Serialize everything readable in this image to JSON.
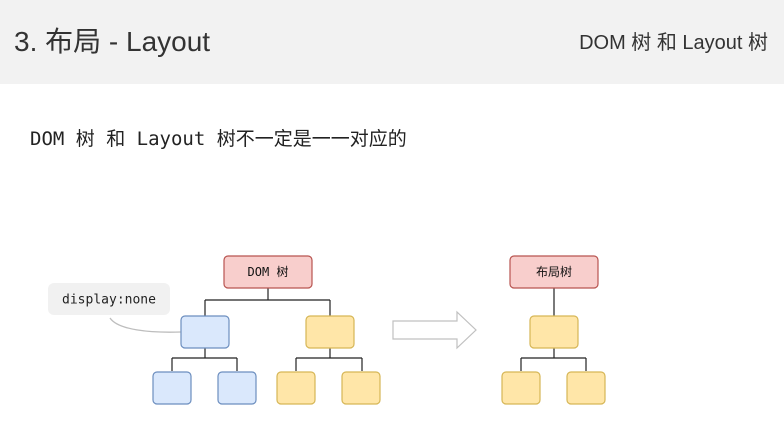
{
  "header": {
    "title": "3. 布局 - Layout",
    "section": "DOM 树 和 Layout 树"
  },
  "content": {
    "subtitle": "DOM 树 和 Layout 树不一定是一一对应的"
  },
  "diagram": {
    "dom_tree_label": "DOM 树",
    "layout_tree_label": "布局树",
    "hidden_note": "display:none",
    "colors": {
      "root_fill": "#f8cecc",
      "root_stroke": "#b85450",
      "hidden_fill": "#dae8fc",
      "hidden_stroke": "#6c8ebf",
      "visible_fill": "#ffe6a8",
      "visible_stroke": "#d6b656",
      "note_bg": "#f1f1f1",
      "arrow_stroke": "#c0c0c0"
    }
  }
}
